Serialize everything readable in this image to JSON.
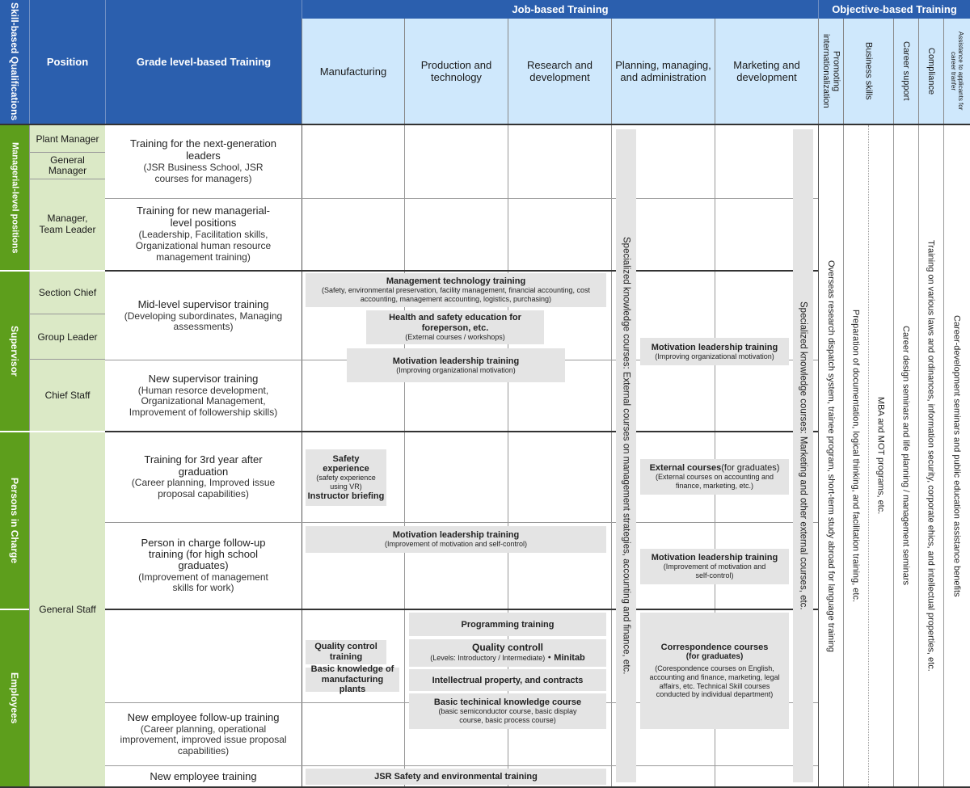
{
  "header": {
    "skill_qual": "Skill-based Qualifications",
    "position": "Position",
    "grade_training": "Grade level-based Training",
    "job_based": "Job-based Training",
    "objective_based": "Objective-based Training",
    "job_columns": [
      "Manufacturing",
      "Production and technology",
      "Research and development",
      "Planning, managing, and administration",
      "Marketing and development"
    ],
    "obj_columns": [
      "Promoting internationalization",
      "Business skills",
      "Career support",
      "Compliance",
      "Assistance to applicants for career tranfer"
    ]
  },
  "qualifications": [
    "Managerial-level positions",
    "Supervisor",
    "Persons in Charge",
    "Employees"
  ],
  "positions": [
    "Plant Manager",
    "General Manager",
    "Manager, Team Leader",
    "Section Chief",
    "Group Leader",
    "Chief Staff",
    "General Staff"
  ],
  "grade_training": [
    {
      "title": "Training for the next-generation leaders",
      "sub": "(JSR Business School, JSR courses for managers)"
    },
    {
      "title": "Training for new managerial-level positions",
      "sub": "(Leadership, Facilitation skills, Organizational human resource management training)"
    },
    {
      "title": "Mid-level supervisor training",
      "sub": "(Developing subordinates, Managing assessments)"
    },
    {
      "title": "New supervisor training",
      "sub": "(Human resorce development, Organizational Management, Improvement of followership skills)"
    },
    {
      "title": "Training for 3rd year after graduation",
      "sub": "(Career planning, Improved issue proposal capabilities)"
    },
    {
      "title": "Person in charge follow-up training (for high school graduates)",
      "sub": "(Improvement of management skills for work)"
    },
    {
      "title": "New employee follow-up training",
      "sub": "(Career planning, operational improvement, improved issue proposal capabilities)"
    },
    {
      "title": "New employee training",
      "sub": ""
    }
  ],
  "boxes": {
    "mgmt_tech": {
      "title": "Management technology training",
      "sub": "(Safety, environmental preservation, facility management, financial accounting, cost accounting, management accounting, logistics, purchasing)"
    },
    "health": {
      "title": "Health and safety education for foreperson, etc.",
      "sub": "(External courses / workshops)"
    },
    "motivation1": {
      "title": "Motivation leadership training",
      "sub": "(Improving organizational motivation)"
    },
    "motivation_plan1": {
      "title": "Motivation leadership training",
      "sub": "(Improving organizational motivation)"
    },
    "safety_exp": {
      "title": "Safety experience",
      "sub": "(safety experience using VR)",
      "title2": "Instructor briefing"
    },
    "external": {
      "title": "External courses",
      "title_suffix": "(for graduates)",
      "sub": "(External courses on accounting and finance, marketing, etc.)"
    },
    "motivation2": {
      "title": "Motivation leadership training",
      "sub": "(Improvement of motivation and self-control)"
    },
    "motivation_plan2": {
      "title": "Motivation leadership training",
      "sub": "(Improvement of motivation and self-control)"
    },
    "programming": {
      "title": "Programming training"
    },
    "quality_control": {
      "title": "Quality controll",
      "sub": "(Levels: Introductory / Intermediate)",
      "suffix": "・Minitab"
    },
    "ip": {
      "title": "Intellectrual property, and contracts"
    },
    "basic_tech": {
      "title": "Basic techinical knowledge course",
      "sub": "(basic semiconductor course, basic display course, basic process course)"
    },
    "qc_mfg": {
      "title": "Quality control training"
    },
    "basic_mfg": {
      "title": "Basic knowledge of manufacturing plants"
    },
    "correspondence": {
      "title": "Correspondence courses",
      "title2": "(for graduates)",
      "sub": "(Corespondence courses on English, accounting and finance, marketing, legal affairs, etc. Technical Skill courses conducted by individual department)"
    },
    "safety_env": {
      "title": "JSR Safety and environmental training"
    }
  },
  "vertical_bars": {
    "planning": "Specialized knowledge courses: External courses on management strategies, accounting and finance, etc.",
    "marketing": "Specialized knowledge courses: Marketing and other external courses, etc."
  },
  "objective_texts": [
    "Overseas research dispatch system, trainee program, short-term study abroad for language training",
    "Preparation of documentation, logical thinking, and facilitation training, etc.",
    "MBA and MOT programs, etc.",
    "Career design seminars and life planning / management seminars",
    "Training on various laws and ordinances, information security, corporate ehics, and intellectual properties, etc.",
    "Career-development seminars and public education assistance benefits"
  ]
}
